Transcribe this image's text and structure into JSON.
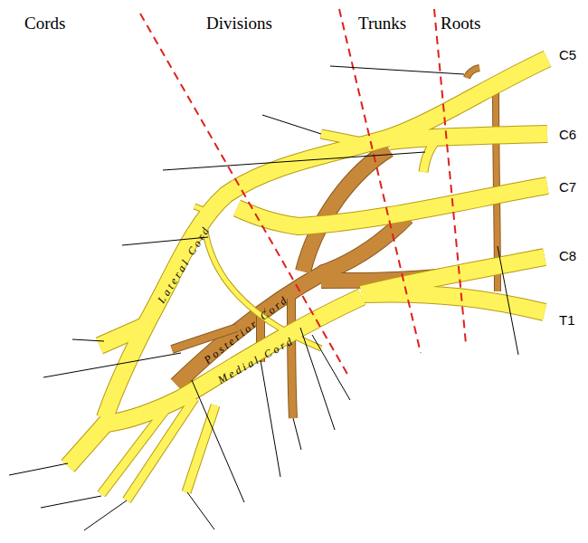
{
  "diagram": {
    "labels": [
      "Cords",
      "Divisions",
      "Trunks",
      "Roots",
      "C5",
      "C6",
      "C7",
      "C8",
      "T1",
      "Lateral Cord",
      "Posterior Cord",
      "Medial Cord"
    ]
  }
}
